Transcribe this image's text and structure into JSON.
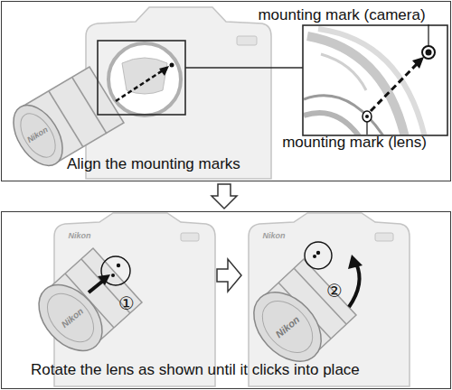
{
  "diagram": {
    "nodes": [
      {
        "text": [
          "Align the mounting marks"
        ]
      },
      {
        "text": [
          "Rotate the lens as shown until it clicks into place"
        ]
      }
    ],
    "edges": [
      {
        "from": 0,
        "to": 1,
        "arrow": "to"
      }
    ],
    "labels": [
      "mounting mark (camera)",
      "mounting mark (lens)",
      "①",
      "②",
      "Nikon",
      "Nikon",
      "Nikon",
      "Nikon",
      "Nikon"
    ]
  }
}
